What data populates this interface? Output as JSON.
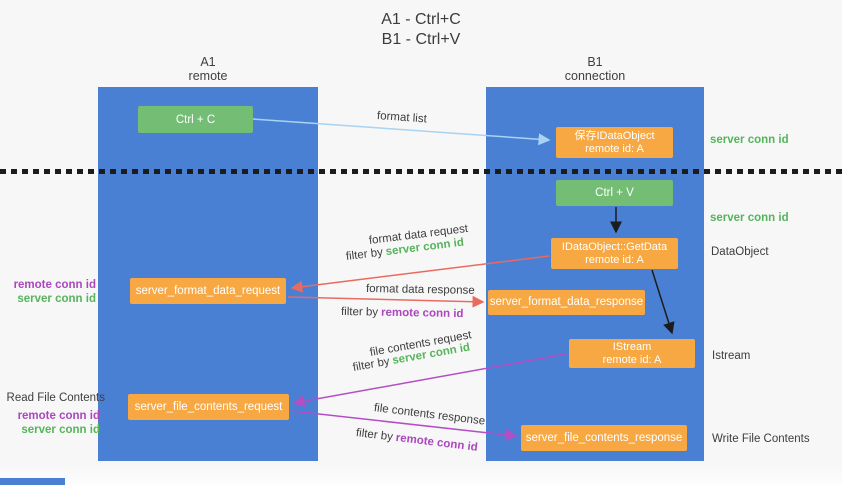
{
  "title": {
    "line1": "A1 - Ctrl+C",
    "line2": "B1 - Ctrl+V"
  },
  "lifelines": {
    "a": {
      "id": "A1",
      "name": "remote"
    },
    "b": {
      "id": "B1",
      "name": "connection"
    }
  },
  "nodes": {
    "ctrl_c": {
      "label": "Ctrl + C"
    },
    "ctrl_v": {
      "label": "Ctrl + V"
    },
    "save_dataobject": {
      "line1": "保存IDataObject",
      "line2": "remote id: A"
    },
    "getdata": {
      "line1": "IDataObject::GetData",
      "line2": "remote id: A"
    },
    "istream": {
      "line1": "IStream",
      "line2": "remote id: A"
    },
    "format_request": {
      "label": "server_format_data_request"
    },
    "format_response": {
      "label": "server_format_data_response"
    },
    "file_request": {
      "label": "server_file_contents_request"
    },
    "file_response": {
      "label": "server_file_contents_response"
    }
  },
  "edge_labels": {
    "format_list": "format list",
    "format_data_request": "format data request",
    "format_data_response": "format data response",
    "file_contents_request": "file contents request",
    "file_contents_response": "file contents response",
    "filter_by": "filter by",
    "server_conn_id": "server conn id",
    "remote_conn_id": "remote conn id"
  },
  "side_labels": {
    "server_conn_id_top": "server conn id",
    "server_conn_id_mid": "server conn id",
    "dataobject": "DataObject",
    "istream": "Istream",
    "write_file_contents": "Write File Contents",
    "read_file_contents": "Read File Contents",
    "remote_conn_id": "remote conn id",
    "server_conn_id": "server conn id"
  },
  "colors": {
    "column_blue": "#4a80d4",
    "box_green": "#74bd74",
    "box_orange": "#f7a843",
    "arrow_blue": "#a9d3f2",
    "arrow_red": "#e96a60",
    "arrow_magenta": "#b44ec4",
    "arrow_black": "#1c1c1c",
    "text_green": "#56b45a",
    "text_purple": "#ab47bc",
    "text_dark": "#3d3d3d"
  }
}
